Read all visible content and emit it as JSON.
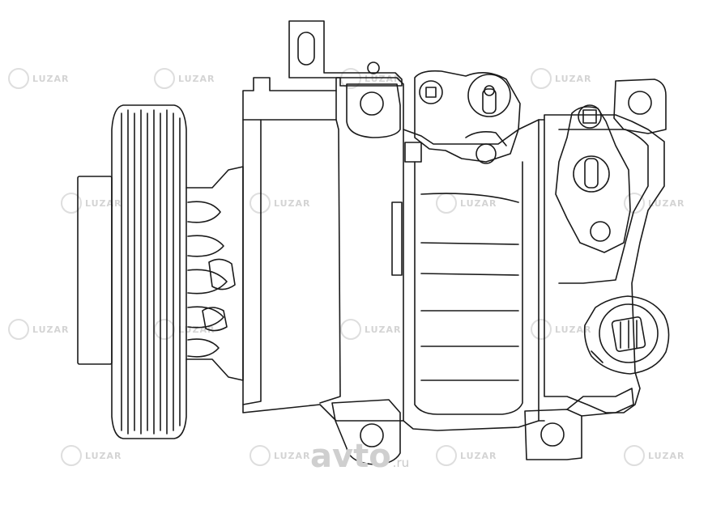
{
  "watermark": {
    "text": "LUZAR"
  },
  "site_logo": {
    "name": "avto",
    "tld": ".ru"
  },
  "drawing": {
    "stroke_color": "#1a1a1a",
    "watermark_color": "#d4d4d4"
  }
}
